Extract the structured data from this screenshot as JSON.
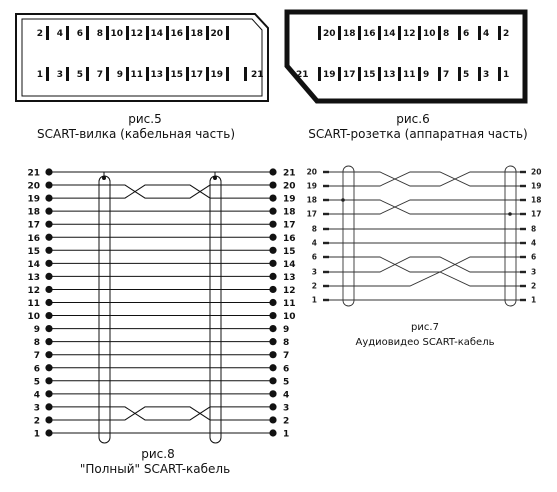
{
  "fig5": {
    "caption": "рис.5",
    "subcaption": "SCART-вилка (кабельная часть)",
    "top_pins": [
      "2",
      "4",
      "6",
      "8",
      "10",
      "12",
      "14",
      "16",
      "18",
      "20"
    ],
    "bottom_pins": [
      "1",
      "3",
      "5",
      "7",
      "9",
      "11",
      "13",
      "15",
      "17",
      "19"
    ],
    "extra_pin": "21"
  },
  "fig6": {
    "caption": "рис.6",
    "subcaption": "SCART-розетка (аппаратная часть)",
    "top_pins": [
      "20",
      "18",
      "16",
      "14",
      "12",
      "10",
      "8",
      "6",
      "4",
      "2"
    ],
    "bottom_pins": [
      "19",
      "17",
      "15",
      "13",
      "11",
      "9",
      "7",
      "5",
      "3",
      "1"
    ],
    "extra_pin": "21"
  },
  "fig7": {
    "caption": "рис.7",
    "subcaption": "Аудиовидео SCART-кабель",
    "pins": [
      "20",
      "19",
      "18",
      "17",
      "8",
      "4",
      "6",
      "3",
      "2",
      "1"
    ]
  },
  "fig8": {
    "caption": "рис.8",
    "subcaption": "\"Полный\" SCART-кабель",
    "pins": [
      "21",
      "20",
      "19",
      "18",
      "17",
      "16",
      "15",
      "14",
      "13",
      "12",
      "11",
      "10",
      "9",
      "8",
      "7",
      "6",
      "5",
      "4",
      "3",
      "2",
      "1"
    ]
  }
}
